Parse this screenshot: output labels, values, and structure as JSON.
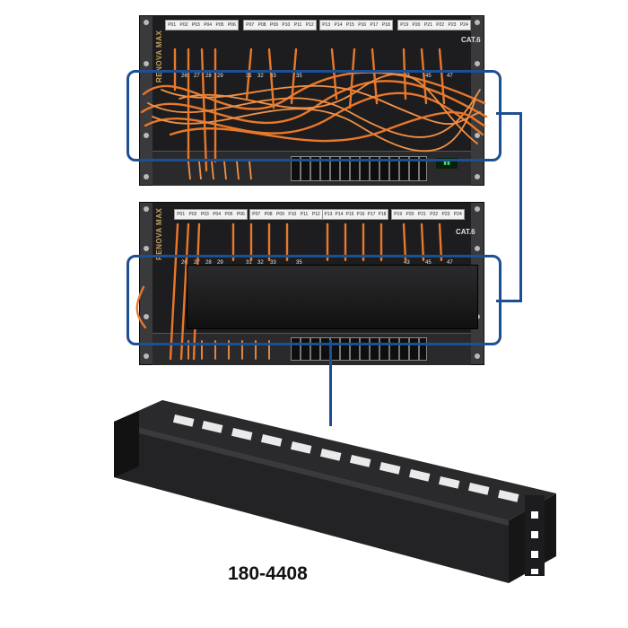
{
  "product": {
    "sku": "180-4408",
    "brand_text": "RENOVA MAX",
    "category_mark": "CAT.6"
  },
  "top_unit": {
    "panel_port_numbers": [
      "26",
      "27",
      "28",
      "29",
      "31",
      "32",
      "33",
      "35",
      "43",
      "45",
      "47"
    ],
    "label_groups": [
      [
        "P01",
        "P02",
        "P03",
        "P04",
        "P05",
        "P06"
      ],
      [
        "P07",
        "P08",
        "P09",
        "P10",
        "P11",
        "P12"
      ],
      [
        "P13",
        "P14",
        "P15",
        "P16",
        "P17",
        "P18"
      ],
      [
        "P19",
        "P20",
        "P21",
        "P22",
        "P23",
        "P24"
      ]
    ],
    "cable_state": "exposed"
  },
  "bottom_unit": {
    "panel_port_numbers": [
      "26",
      "27",
      "28",
      "29",
      "31",
      "32",
      "33",
      "35",
      "43",
      "45",
      "47"
    ],
    "label_groups": [
      [
        "P01",
        "P02",
        "P03",
        "P04",
        "P05",
        "P06"
      ],
      [
        "P07",
        "P08",
        "P09",
        "P10",
        "P11",
        "P12"
      ],
      [
        "P13",
        "P14",
        "P15",
        "P16",
        "P17",
        "P18"
      ],
      [
        "P19",
        "P20",
        "P21",
        "P22",
        "P23",
        "P24"
      ]
    ],
    "cable_state": "covered"
  },
  "colors": {
    "highlight": "#1d4f93",
    "cable": "#e9782a",
    "rack": "#1d1d1f"
  }
}
